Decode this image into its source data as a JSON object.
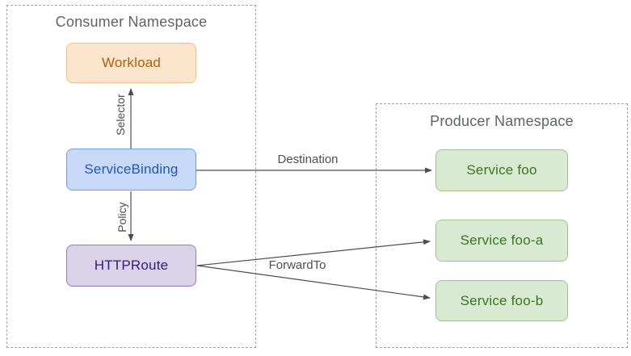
{
  "diagram": {
    "consumer": {
      "title": "Consumer Namespace",
      "nodes": [
        {
          "id": "workload",
          "label": "Workload"
        },
        {
          "id": "service-binding",
          "label": "ServiceBinding"
        },
        {
          "id": "http-route",
          "label": "HTTPRoute"
        }
      ]
    },
    "producer": {
      "title": "Producer Namespace",
      "nodes": [
        {
          "id": "service-foo",
          "label": "Service foo"
        },
        {
          "id": "service-foo-a",
          "label": "Service foo-a"
        },
        {
          "id": "service-foo-b",
          "label": "Service foo-b"
        }
      ]
    },
    "edges": [
      {
        "id": "selector",
        "label": "Selector",
        "from": "ServiceBinding",
        "to": "Workload"
      },
      {
        "id": "policy",
        "label": "Policy",
        "from": "ServiceBinding",
        "to": "HTTPRoute"
      },
      {
        "id": "destination",
        "label": "Destination",
        "from": "ServiceBinding",
        "to": "Service foo"
      },
      {
        "id": "forward-to",
        "label": "ForwardTo",
        "from": "HTTPRoute",
        "to": "Service foo-a, Service foo-b"
      }
    ],
    "colors": {
      "workload_fill": "#FCE5CD",
      "workload_border": "#F3BF87",
      "workload_text": "#B45F06",
      "servicebinding_fill": "#C9DAF8",
      "servicebinding_border": "#6D9EEB",
      "servicebinding_text": "#1C55C4",
      "httproute_fill": "#D9D2E9",
      "httproute_border": "#8E7CC3",
      "httproute_text": "#351C75",
      "service_fill": "#D9EAD3",
      "service_border": "#9CC487",
      "service_text": "#38761D",
      "namespace_border": "#A3A3A3",
      "namespace_title": "#5F6368",
      "arrow": "#4D4D4D",
      "edge_label": "#4D4F53"
    }
  }
}
